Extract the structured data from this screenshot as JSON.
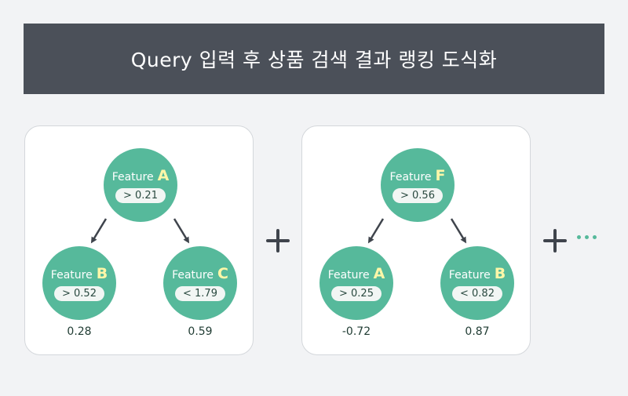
{
  "header": {
    "title": "Query 입력 후 상품 검색 결과 랭킹 도식화"
  },
  "colors": {
    "node": "#56b99b",
    "node_letter": "#fff7a8",
    "header_bg": "#4b5059",
    "arrow": "#3f444c"
  },
  "trees": [
    {
      "root": {
        "label": "Feature",
        "letter": "A",
        "condition": "> 0.21"
      },
      "left": {
        "label": "Feature",
        "letter": "B",
        "condition": "> 0.52",
        "leaf_value": "0.28"
      },
      "right": {
        "label": "Feature",
        "letter": "C",
        "condition": "< 1.79",
        "leaf_value": "0.59"
      }
    },
    {
      "root": {
        "label": "Feature",
        "letter": "F",
        "condition": "> 0.56"
      },
      "left": {
        "label": "Feature",
        "letter": "A",
        "condition": "> 0.25",
        "leaf_value": "-0.72"
      },
      "right": {
        "label": "Feature",
        "letter": "B",
        "condition": "< 0.82",
        "leaf_value": "0.87"
      }
    }
  ],
  "operators": {
    "plus_icon": "plus-icon",
    "ellipsis_icon": "ellipsis-icon"
  }
}
